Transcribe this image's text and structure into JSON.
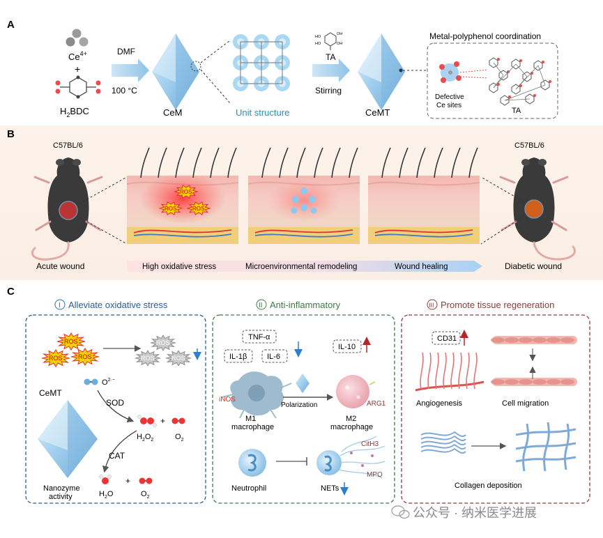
{
  "panel_labels": {
    "a": "A",
    "b": "B",
    "c": "C"
  },
  "panel_a": {
    "ce_label": "Ce",
    "ce_charge": "4+",
    "plus": "+",
    "h2bdc_prefix": "H",
    "h2bdc_sub": "2",
    "h2bdc_suffix": "BDC",
    "dmf": "DMF",
    "temperature": "100 °C",
    "cem": "CeM",
    "unit_structure": "Unit structure",
    "ta_top": "TA",
    "stirring": "Stirring",
    "cemt": "CeMT",
    "coordination_title": "Metal-polyphenol coordination",
    "defective_line1": "Defective",
    "defective_line2": "Ce sites",
    "ta_network": "TA",
    "ta_oh": [
      "HO",
      "HO",
      "OH",
      "OH"
    ]
  },
  "panel_b": {
    "left_strain": "C57BL/6",
    "right_strain": "C57BL/6",
    "left_caption": "Acute wound",
    "right_caption": "Diabetic wound",
    "ros_badges": [
      "ROS",
      "ROS",
      "ROS"
    ],
    "stages": [
      "High oxidative stress",
      "Microenvironmental remodeling",
      "Wound healing"
    ]
  },
  "panel_c": {
    "section1": {
      "numeral": "I",
      "title": "Alleviate oxidative stress",
      "ros_active": [
        "ROS",
        "ROS",
        "ROS"
      ],
      "ros_quenched": [
        "ROS",
        "ROS",
        "ROS"
      ],
      "cemt": "CeMT",
      "superoxide": "O",
      "superoxide_sup": "2·−",
      "sod": "SOD",
      "cat": "CAT",
      "h2o2": "H",
      "h2o2_sub1": "2",
      "h2o2_mid": "O",
      "h2o2_sub2": "2",
      "o2": "O",
      "o2_sub": "2",
      "plus": "+",
      "nanozyme_line1": "Nanozyme",
      "nanozyme_line2": "activity",
      "h2o": "H",
      "h2o_sub": "2",
      "h2o_suffix": "O",
      "o2b": "O",
      "o2b_sub": "2",
      "plus_b": "+"
    },
    "section2": {
      "numeral": "II",
      "title": "Anti-inflammatory",
      "tnf": "TNF-α",
      "il1b": "IL-1β",
      "il6": "IL-6",
      "il10": "IL-10",
      "inos": "iNOS",
      "polarization": "Polarization",
      "arg1": "ARG1",
      "m1_line1": "M1",
      "m1_line2": "macrophage",
      "m2_line1": "M2",
      "m2_line2": "macrophage",
      "cith3": "CitH3",
      "mpo": "MPO",
      "neutrophil": "Neutrophil",
      "nets": "NETs"
    },
    "section3": {
      "numeral": "III",
      "title": "Promote tissue regeneration",
      "cd31": "CD31",
      "angiogenesis": "Angiogenesis",
      "cell_migration": "Cell migration",
      "collagen": "Collagen deposition"
    }
  },
  "watermark": "公众号 · 纳米医学进展",
  "colors": {
    "blue_accent": "#2a5d9a",
    "green_accent": "#3f7a45",
    "red_accent": "#8a3d3d",
    "ros_yellow": "#f4d000",
    "ros_red": "#e12b2b",
    "crystal_blue": "#a8d4ef"
  }
}
